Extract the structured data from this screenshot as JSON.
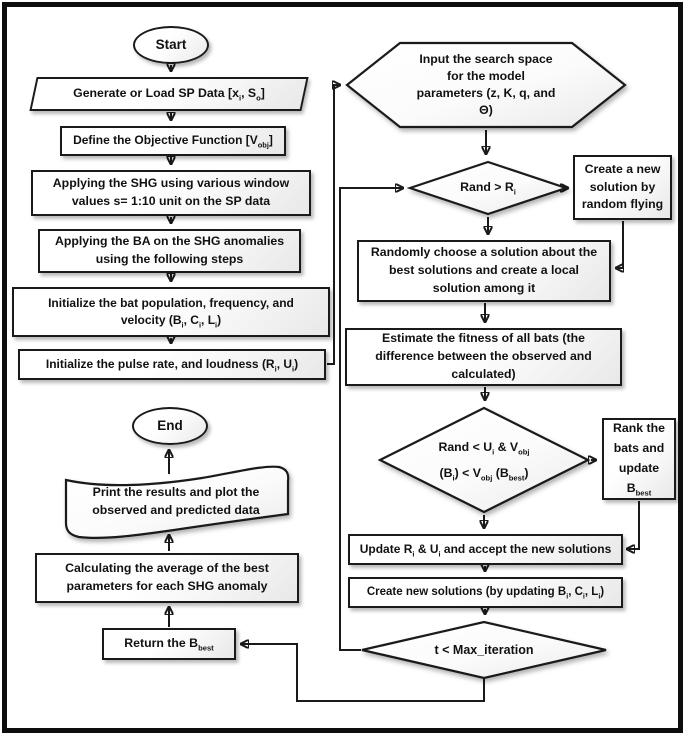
{
  "colors": {
    "outline": "#1a1a1a",
    "text": "#111111",
    "fill_light": "#ffffff",
    "fill_shade": "#e8e8e8",
    "background": "#ffffff",
    "frame": "#0d0d0d"
  },
  "flowchart": {
    "nodes": {
      "start": {
        "type": "terminator",
        "lines": [
          "Start"
        ]
      },
      "generate": {
        "type": "data",
        "lines": [
          [
            {
              "t": "Generate or Load SP Data [x"
            },
            {
              "s": "i"
            },
            {
              "t": ", S"
            },
            {
              "s": "o"
            },
            {
              "t": "]"
            }
          ]
        ]
      },
      "define": {
        "type": "process",
        "lines": [
          [
            {
              "t": "Define the Objective Function [V"
            },
            {
              "s": "obj"
            },
            {
              "t": "]"
            }
          ]
        ]
      },
      "shg": {
        "type": "process",
        "lines": [
          "Applying the SHG using various window",
          "values s= 1:10 unit on the SP data"
        ]
      },
      "ba": {
        "type": "process",
        "lines": [
          "Applying the BA on the SHG anomalies",
          "using the following steps"
        ]
      },
      "init_bat": {
        "type": "process",
        "lines": [
          "Initialize the bat population, frequency, and",
          [
            {
              "t": "velocity (B"
            },
            {
              "s": "i"
            },
            {
              "t": ", C"
            },
            {
              "s": "i"
            },
            {
              "t": ", L"
            },
            {
              "s": "i"
            },
            {
              "t": ")"
            }
          ]
        ]
      },
      "init_pulse": {
        "type": "process",
        "lines": [
          [
            {
              "t": "Initialize the pulse rate, and loudness (R"
            },
            {
              "s": "i"
            },
            {
              "t": ", U"
            },
            {
              "s": "i"
            },
            {
              "t": ")"
            }
          ]
        ]
      },
      "search_space": {
        "type": "preparation",
        "lines": [
          "Input the search space",
          "for the model",
          "parameters (z, K, q, and",
          "Θ)"
        ]
      },
      "rand_r": {
        "type": "decision",
        "lines": [
          [
            {
              "t": "Rand > R"
            },
            {
              "s": "i"
            }
          ]
        ]
      },
      "create_random": {
        "type": "process",
        "lines": [
          "Create a new",
          "solution by",
          "random flying"
        ]
      },
      "choose_solution": {
        "type": "process",
        "lines": [
          "Randomly choose a solution about the",
          "best solutions and create a local",
          "solution among it"
        ]
      },
      "estimate": {
        "type": "process",
        "lines": [
          "Estimate the fitness of all bats (the",
          "difference between the observed and",
          "calculated)"
        ]
      },
      "rand_u": {
        "type": "decision",
        "lines": [
          [
            {
              "t": "Rand < U"
            },
            {
              "s": "i"
            },
            {
              "t": " & V"
            },
            {
              "s": "obj"
            }
          ],
          [
            {
              "t": "(B"
            },
            {
              "s": "i"
            },
            {
              "t": ") < V"
            },
            {
              "s": "obj"
            },
            {
              "t": " (B"
            },
            {
              "s": "best"
            },
            {
              "t": ")"
            }
          ]
        ]
      },
      "rank": {
        "type": "process",
        "lines": [
          "Rank the",
          "bats and",
          "update",
          [
            {
              "t": "B"
            },
            {
              "s": "best"
            }
          ]
        ]
      },
      "update": {
        "type": "process",
        "lines": [
          [
            {
              "t": "Update R"
            },
            {
              "s": "i"
            },
            {
              "t": " & U"
            },
            {
              "s": "i"
            },
            {
              "t": " and accept the new solutions"
            }
          ]
        ]
      },
      "create_solutions": {
        "type": "process",
        "lines": [
          [
            {
              "t": "Create new solutions (by updating B"
            },
            {
              "s": "i"
            },
            {
              "t": ", C"
            },
            {
              "s": "i"
            },
            {
              "t": ", L"
            },
            {
              "s": "i"
            },
            {
              "t": ")"
            }
          ]
        ]
      },
      "max_iter": {
        "type": "decision",
        "lines": [
          "t < Max_iteration"
        ]
      },
      "end": {
        "type": "terminator",
        "lines": [
          "End"
        ]
      },
      "print": {
        "type": "display",
        "lines": [
          "Print the results and plot the",
          "observed and predicted data"
        ]
      },
      "average": {
        "type": "process",
        "lines": [
          "Calculating the average of the best",
          "parameters for each SHG anomaly"
        ]
      },
      "return_best": {
        "type": "process",
        "lines": [
          [
            {
              "t": "Return the B"
            },
            {
              "s": "best"
            }
          ]
        ]
      }
    }
  }
}
